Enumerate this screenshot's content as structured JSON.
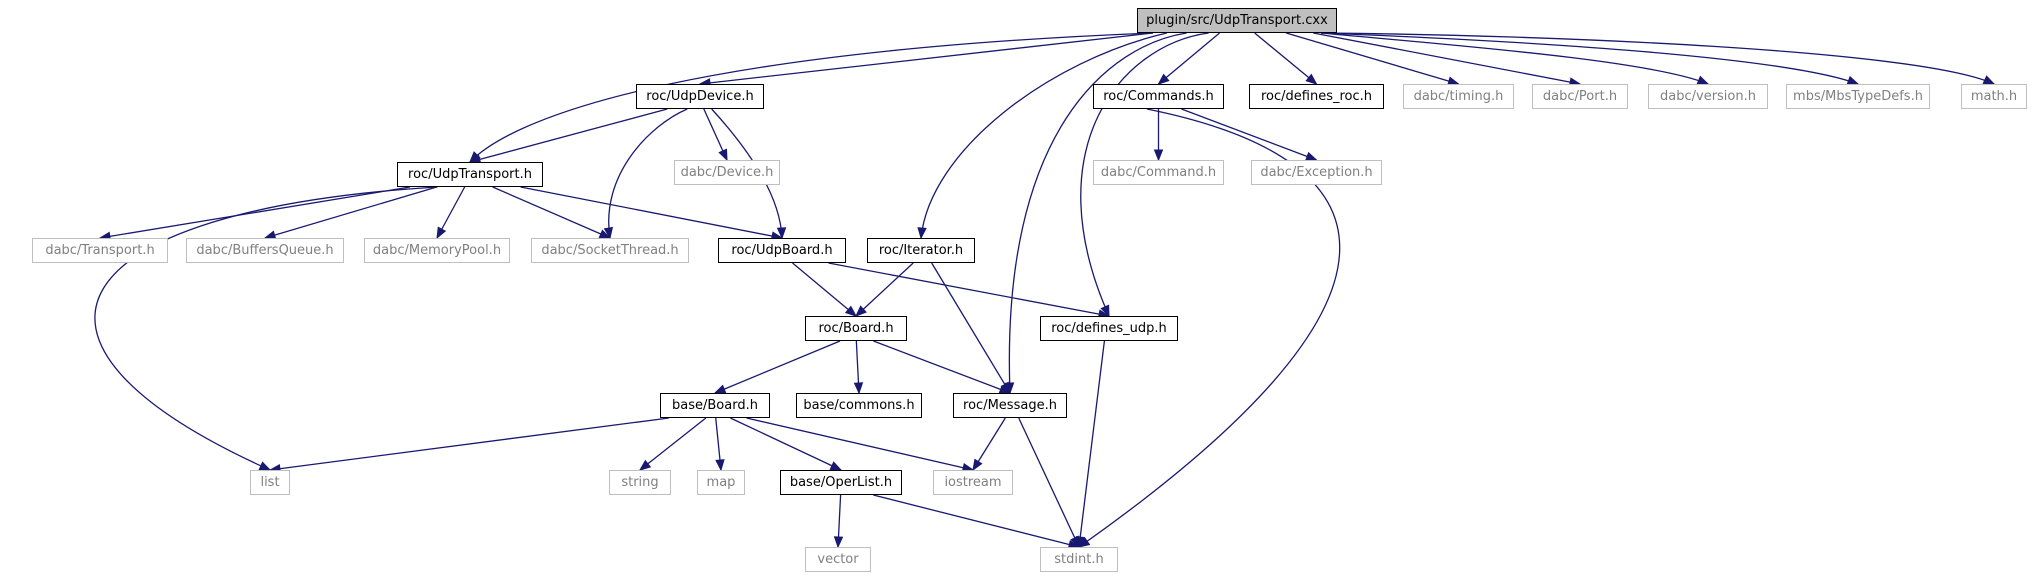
{
  "graph": {
    "title": "plugin/src/UdpTransport.cxx",
    "colors": {
      "edge": "#191970",
      "root_fill": "#bfbfbf",
      "external_border": "#bfbfbf",
      "external_text": "#808080",
      "documented_border": "#000000"
    },
    "nodes": [
      {
        "id": "root",
        "label": "plugin/src/UdpTransport.cxx",
        "kind": "root"
      },
      {
        "id": "udptransport_h",
        "label": "roc/UdpTransport.h",
        "kind": "documented"
      },
      {
        "id": "udpdevice_h",
        "label": "roc/UdpDevice.h",
        "kind": "documented"
      },
      {
        "id": "iterator_h",
        "label": "roc/Iterator.h",
        "kind": "documented"
      },
      {
        "id": "message_h",
        "label": "roc/Message.h",
        "kind": "documented"
      },
      {
        "id": "defines_udp_h",
        "label": "roc/defines_udp.h",
        "kind": "documented"
      },
      {
        "id": "commands_h",
        "label": "roc/Commands.h",
        "kind": "documented"
      },
      {
        "id": "defines_roc_h",
        "label": "roc/defines_roc.h",
        "kind": "documented"
      },
      {
        "id": "dabc_timing_h",
        "label": "dabc/timing.h",
        "kind": "external"
      },
      {
        "id": "dabc_port_h",
        "label": "dabc/Port.h",
        "kind": "external"
      },
      {
        "id": "dabc_version_h",
        "label": "dabc/version.h",
        "kind": "external"
      },
      {
        "id": "mbstypedefs_h",
        "label": "mbs/MbsTypeDefs.h",
        "kind": "external"
      },
      {
        "id": "math_h",
        "label": "math.h",
        "kind": "external"
      },
      {
        "id": "dabc_device_h",
        "label": "dabc/Device.h",
        "kind": "external"
      },
      {
        "id": "dabc_command_h",
        "label": "dabc/Command.h",
        "kind": "external"
      },
      {
        "id": "dabc_exception_h",
        "label": "dabc/Exception.h",
        "kind": "external"
      },
      {
        "id": "dabc_transport_h",
        "label": "dabc/Transport.h",
        "kind": "external"
      },
      {
        "id": "dabc_buffersqueue_h",
        "label": "dabc/BuffersQueue.h",
        "kind": "external"
      },
      {
        "id": "dabc_memorypool_h",
        "label": "dabc/MemoryPool.h",
        "kind": "external"
      },
      {
        "id": "dabc_socketthread_h",
        "label": "dabc/SocketThread.h",
        "kind": "external"
      },
      {
        "id": "udpboard_h",
        "label": "roc/UdpBoard.h",
        "kind": "documented"
      },
      {
        "id": "roc_board_h",
        "label": "roc/Board.h",
        "kind": "documented"
      },
      {
        "id": "base_board_h",
        "label": "base/Board.h",
        "kind": "documented"
      },
      {
        "id": "base_commons_h",
        "label": "base/commons.h",
        "kind": "documented"
      },
      {
        "id": "base_operlist_h",
        "label": "base/OperList.h",
        "kind": "documented"
      },
      {
        "id": "list",
        "label": "list",
        "kind": "external"
      },
      {
        "id": "string",
        "label": "string",
        "kind": "external"
      },
      {
        "id": "map",
        "label": "map",
        "kind": "external"
      },
      {
        "id": "iostream",
        "label": "iostream",
        "kind": "external"
      },
      {
        "id": "vector",
        "label": "vector",
        "kind": "external"
      },
      {
        "id": "stdint_h",
        "label": "stdint.h",
        "kind": "external"
      }
    ],
    "edges": [
      [
        "root",
        "udptransport_h"
      ],
      [
        "root",
        "udpdevice_h"
      ],
      [
        "root",
        "iterator_h"
      ],
      [
        "root",
        "message_h"
      ],
      [
        "root",
        "defines_udp_h"
      ],
      [
        "root",
        "commands_h"
      ],
      [
        "root",
        "defines_roc_h"
      ],
      [
        "root",
        "dabc_timing_h"
      ],
      [
        "root",
        "dabc_port_h"
      ],
      [
        "root",
        "dabc_version_h"
      ],
      [
        "root",
        "mbstypedefs_h"
      ],
      [
        "root",
        "math_h"
      ],
      [
        "udpdevice_h",
        "udptransport_h"
      ],
      [
        "udpdevice_h",
        "dabc_device_h"
      ],
      [
        "udpdevice_h",
        "dabc_socketthread_h"
      ],
      [
        "udpdevice_h",
        "udpboard_h"
      ],
      [
        "udptransport_h",
        "list"
      ],
      [
        "udptransport_h",
        "dabc_transport_h"
      ],
      [
        "udptransport_h",
        "dabc_buffersqueue_h"
      ],
      [
        "udptransport_h",
        "dabc_memorypool_h"
      ],
      [
        "udptransport_h",
        "dabc_socketthread_h"
      ],
      [
        "udptransport_h",
        "udpboard_h"
      ],
      [
        "commands_h",
        "dabc_command_h"
      ],
      [
        "commands_h",
        "dabc_exception_h"
      ],
      [
        "commands_h",
        "stdint_h"
      ],
      [
        "udpboard_h",
        "roc_board_h"
      ],
      [
        "udpboard_h",
        "defines_udp_h"
      ],
      [
        "iterator_h",
        "roc_board_h"
      ],
      [
        "iterator_h",
        "message_h"
      ],
      [
        "roc_board_h",
        "base_board_h"
      ],
      [
        "roc_board_h",
        "base_commons_h"
      ],
      [
        "roc_board_h",
        "message_h"
      ],
      [
        "defines_udp_h",
        "stdint_h"
      ],
      [
        "base_board_h",
        "list"
      ],
      [
        "base_board_h",
        "string"
      ],
      [
        "base_board_h",
        "map"
      ],
      [
        "base_board_h",
        "base_operlist_h"
      ],
      [
        "base_board_h",
        "iostream"
      ],
      [
        "message_h",
        "iostream"
      ],
      [
        "message_h",
        "stdint_h"
      ],
      [
        "base_operlist_h",
        "vector"
      ],
      [
        "base_operlist_h",
        "stdint_h"
      ]
    ]
  }
}
